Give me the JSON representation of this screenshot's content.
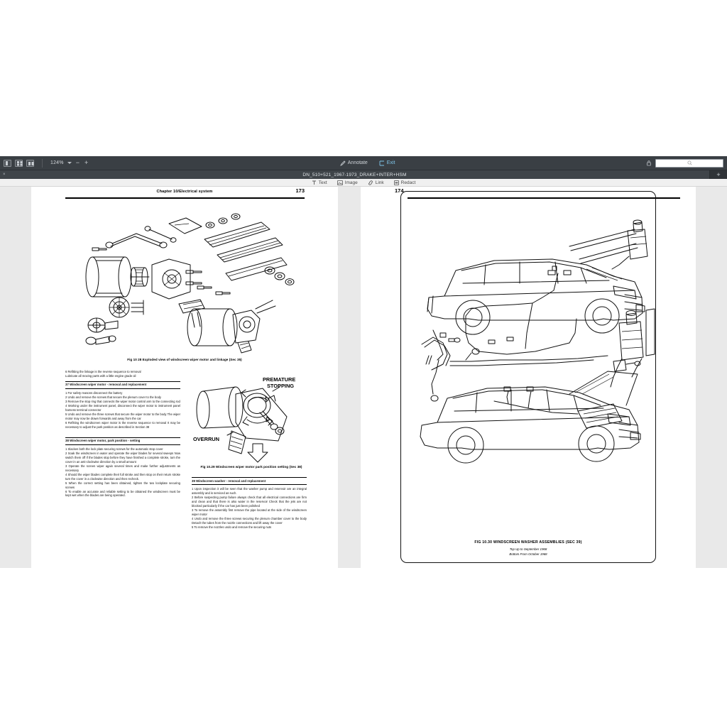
{
  "app": {
    "zoom_level": "124%",
    "view_modes": [
      "single-page-view",
      "grid-view",
      "two-page-spread-view"
    ],
    "zoom_out_label": "−",
    "zoom_in_label": "+"
  },
  "toolbar": {
    "annotate_label": "Annotate",
    "exit_label": "Exit",
    "search_placeholder": ""
  },
  "tabs": [
    {
      "title": "DN_510+521_1967-1973_DRAKE+INTER+HSM",
      "close_label": "×",
      "active": true
    }
  ],
  "newtab_label": "+",
  "annotate_bar": {
    "items": [
      {
        "label": "Text",
        "icon": "text-icon"
      },
      {
        "label": "Image",
        "icon": "image-icon"
      },
      {
        "label": "Link",
        "icon": "link-icon"
      },
      {
        "label": "Redact",
        "icon": "redact-icon"
      }
    ]
  },
  "document": {
    "left_page": {
      "page_number": "173",
      "running_head": "Chapter 10/Electrical system",
      "figures": [
        {
          "id": "fig-10-28",
          "caption": "Fig 10 28 Exploded view of windscreen wiper motor and linkage (Sec 35)"
        },
        {
          "id": "fig-10-29",
          "caption": "Fig 10.29 Windscreen wiper motor park position setting (Sec 38)",
          "labels": [
            "PREMATURE",
            "STOPPING",
            "OVERRUN"
          ]
        }
      ],
      "column_left": {
        "intro": [
          "6  Refitting the linkage is the reverse sequence to removal",
          "Lubricate all moving parts with a little engine grade oil"
        ],
        "sections": [
          {
            "heading": "37  Windscreen wiper motor - removal and replacement",
            "paragraphs": [
              "1   For safety reasons disconnect the battery",
              "2   Undo and remove the screws that secure the plenum cover to the body",
              "3   Remove the stop ring that connects the wiper motor control arm to the connecting rod",
              "4   Working under the instrument panel, disconnect the wiper motor to instrument panel harness terminal connector",
              "5   Undo and remove the three screws that secure the wiper motor to the body  The wiper motor may now be drawn forwards and away from the car",
              "6   Refitting the windscreen wiper motor is the reverse sequence to removal  It may be necessary to adjust the park position as described in Section 38"
            ]
          },
          {
            "heading": "38  Windscreen wiper motor, park position - setting",
            "paragraphs": [
              "1   Slacken both the lock plate securing screws for the automatic stop cover",
              "2   Soak the windscreen in water and operate the wiper blades for several sweeps  Now switch them off  If the blades stop before they have finished a complete stroke, turn the cover in an anti-clockwise direction by a small amount",
              "3   Operate the screen wiper again several times and make further adjustments as necessary",
              "4   Should the wiper blades complete their full stroke and then stop on their return stroke turn the cover in a clockwise direction and then recheck.",
              "5   When the correct setting has been obtained, tighten the two lockplate securing screws",
              "6   To enable an accurate and reliable setting to be obtained the windscreen must be kept wet when the blades are being operated."
            ]
          }
        ]
      },
      "column_right": {
        "sections": [
          {
            "heading": "39  Windscreen washer - removal and replacement",
            "paragraphs": [
              "1   Upon inspection it will be seen that the washer pump and reservoir are an integral assembly and is serviced as such.",
              "2   Before suspecting pump failure always check that all electrical connections are firm and clean and that there is also water in the reservoir  Check that the jets are not blocked particularly if the car has just been polished",
              "3   To remove the assembly first remove the pipe located at the side of the windscreen wiper motor",
              "4   Undo and remove the three screws securing the plenum chamber cover to the body  Detach the tubes from the nozzle connections and lift away the cover",
              "5   To remove the nozzles undo and remove the securing nuts"
            ]
          }
        ]
      }
    },
    "right_page": {
      "page_number": "174",
      "figure": {
        "id": "fig-10-30",
        "title": "FIG 10.30 WINDSCREEN WASHER ASSEMBLIES (SEC 39)",
        "sub_top": "Top  Up to September 1968",
        "sub_bottom": "Bottom  From October 1968"
      }
    }
  }
}
